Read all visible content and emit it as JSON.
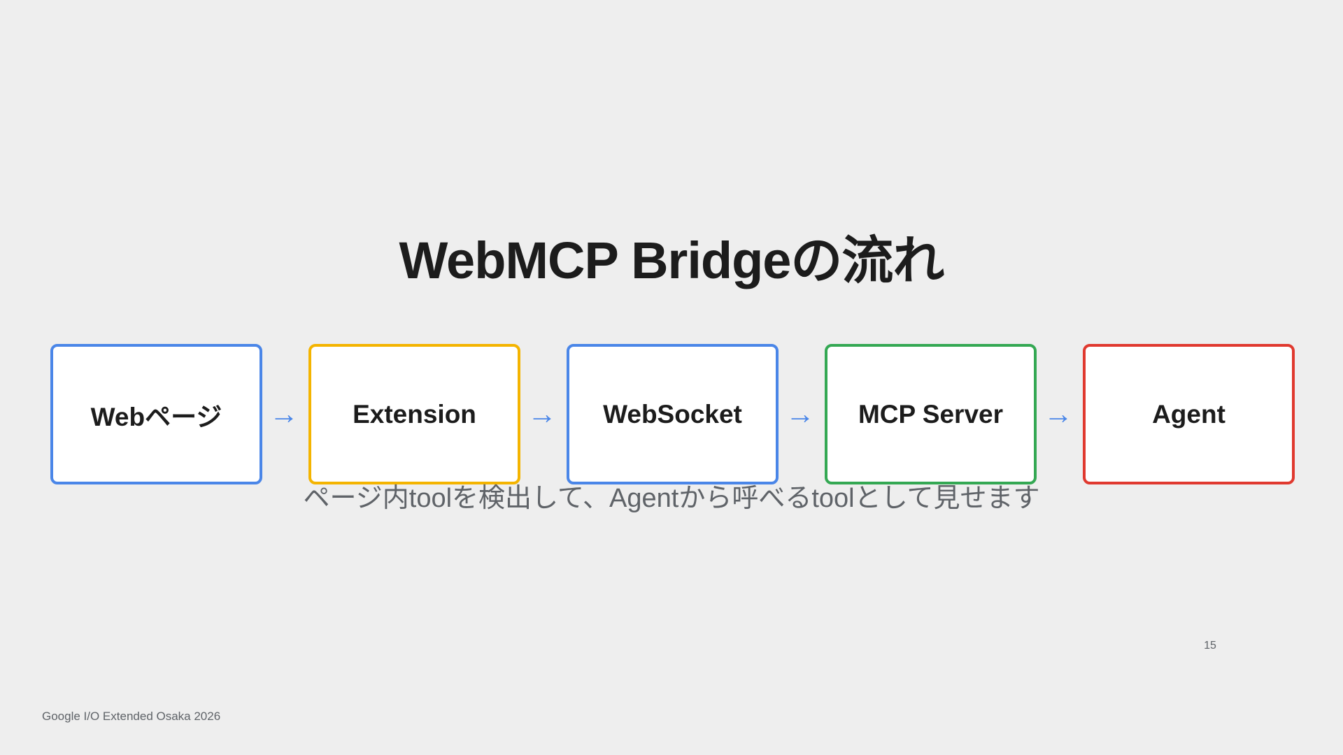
{
  "title": "WebMCP Bridgeの流れ",
  "colors": {
    "blue": "#4a86e8",
    "yellow": "#f4b400",
    "green": "#34a853",
    "red": "#e0392f",
    "arrow": "#4a86e8"
  },
  "flow": {
    "nodes": [
      {
        "label": "Webページ",
        "color": "#4a86e8"
      },
      {
        "label": "Extension",
        "color": "#f4b400"
      },
      {
        "label": "WebSocket",
        "color": "#4a86e8"
      },
      {
        "label": "MCP Server",
        "color": "#34a853"
      },
      {
        "label": "Agent",
        "color": "#e0392f"
      }
    ],
    "arrows": [
      "→",
      "→",
      "→",
      "→"
    ]
  },
  "caption": "ページ内toolを検出して、Agentから呼べるtoolとして見せます",
  "page_number": "15",
  "footer": "Google I/O Extended Osaka 2026"
}
